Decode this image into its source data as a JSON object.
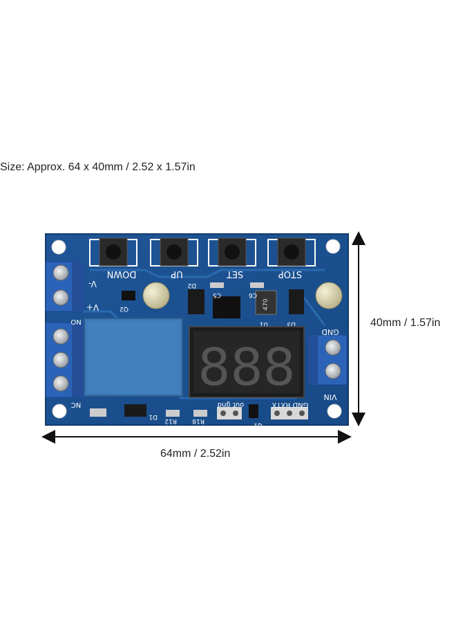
{
  "caption": {
    "size_text": "Size: Approx. 64 x 40mm / 2.52 x 1.57in"
  },
  "dimensions": {
    "width_label": "64mm / 2.52in",
    "height_label": "40mm / 1.57in"
  },
  "board": {
    "buttons": [
      "DOWN",
      "UP",
      "SET",
      "STOP"
    ],
    "left_terminal_labels": [
      "V-",
      "V+"
    ],
    "relay_labels": [
      "NO",
      "NC"
    ],
    "right_terminal_labels": [
      "GND",
      "VIN"
    ],
    "bottom_labels": [
      "out gnd",
      "GND RXTX"
    ],
    "component_labels": [
      "Q2",
      "Q1",
      "D2",
      "D1",
      "D3",
      "R12",
      "R18",
      "C5",
      "C6",
      "U1"
    ],
    "inductor_mark": "470",
    "display_digits": "888"
  },
  "colors": {
    "pcb": "#1b4f8c",
    "terminal": "#2b63b8",
    "relay": "#3d7ab8",
    "display_segment": "#4a4a4a"
  }
}
